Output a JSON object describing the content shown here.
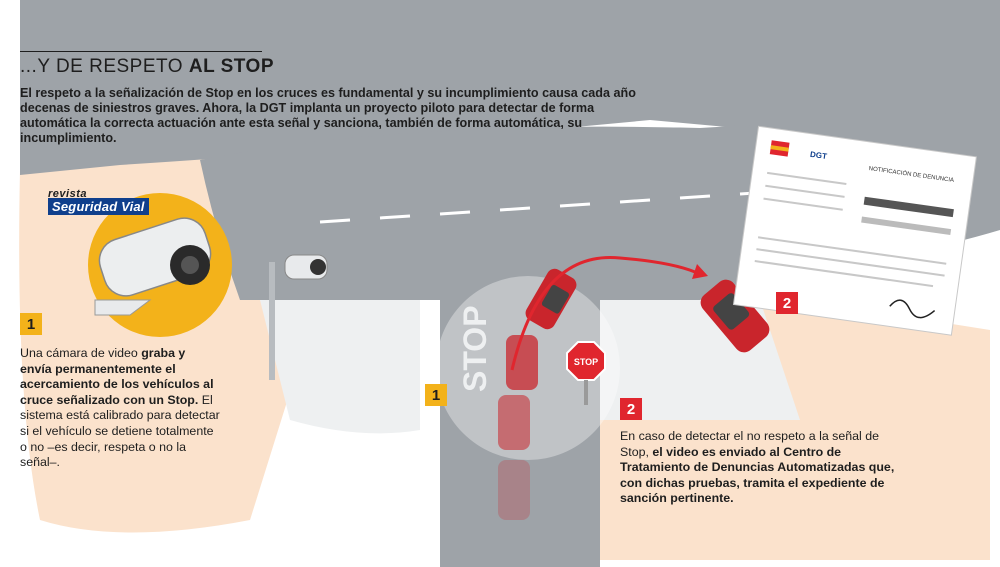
{
  "header": {
    "title_light": "...Y DE RESPETO ",
    "title_bold": "AL STOP",
    "intro": "El respeto a la señalización de Stop en los cruces es fundamental y su incumplimiento causa cada año decenas de siniestros graves. Ahora, la DGT implanta un proyecto piloto para detectar de forma automática la correcta actuación ante esta señal y sanciona, también de forma automática, su incumplimiento."
  },
  "logo": {
    "line1": "revista",
    "line2": "Seguridad Vial"
  },
  "road": {
    "stop_text": "STOP"
  },
  "stop_sign": {
    "text": "STOP"
  },
  "document": {
    "title": "NOTIFICACIÓN DE DENUNCIA",
    "issuer": "DGT"
  },
  "steps": [
    {
      "number": "1",
      "color": "#f3b21a",
      "text_a": "Una cámara de video ",
      "text_bold_a": "graba y envía permanentemente",
      "text_b": " el acercamiento de los vehículos al cruce señalizado con un Stop.",
      "text_c": " El sistema está calibrado para detectar si el vehículo se detiene totalmente o no –es decir, respeta o no la señal–."
    },
    {
      "number": "2",
      "color": "#e0262e",
      "text_a": "En caso de detectar el no respeto a la señal de Stop, ",
      "text_bold_a": "el video es enviado al Centro de Tratamiento de Denuncias Automatizadas que, con dichas pruebas, tramita el expediente de sanción pertinente."
    }
  ],
  "colors": {
    "road": "#9ea3a8",
    "ground": "#fbe2cc",
    "car": "#c9252c",
    "arrow": "#e0262e",
    "accent": "#f3b21a"
  }
}
